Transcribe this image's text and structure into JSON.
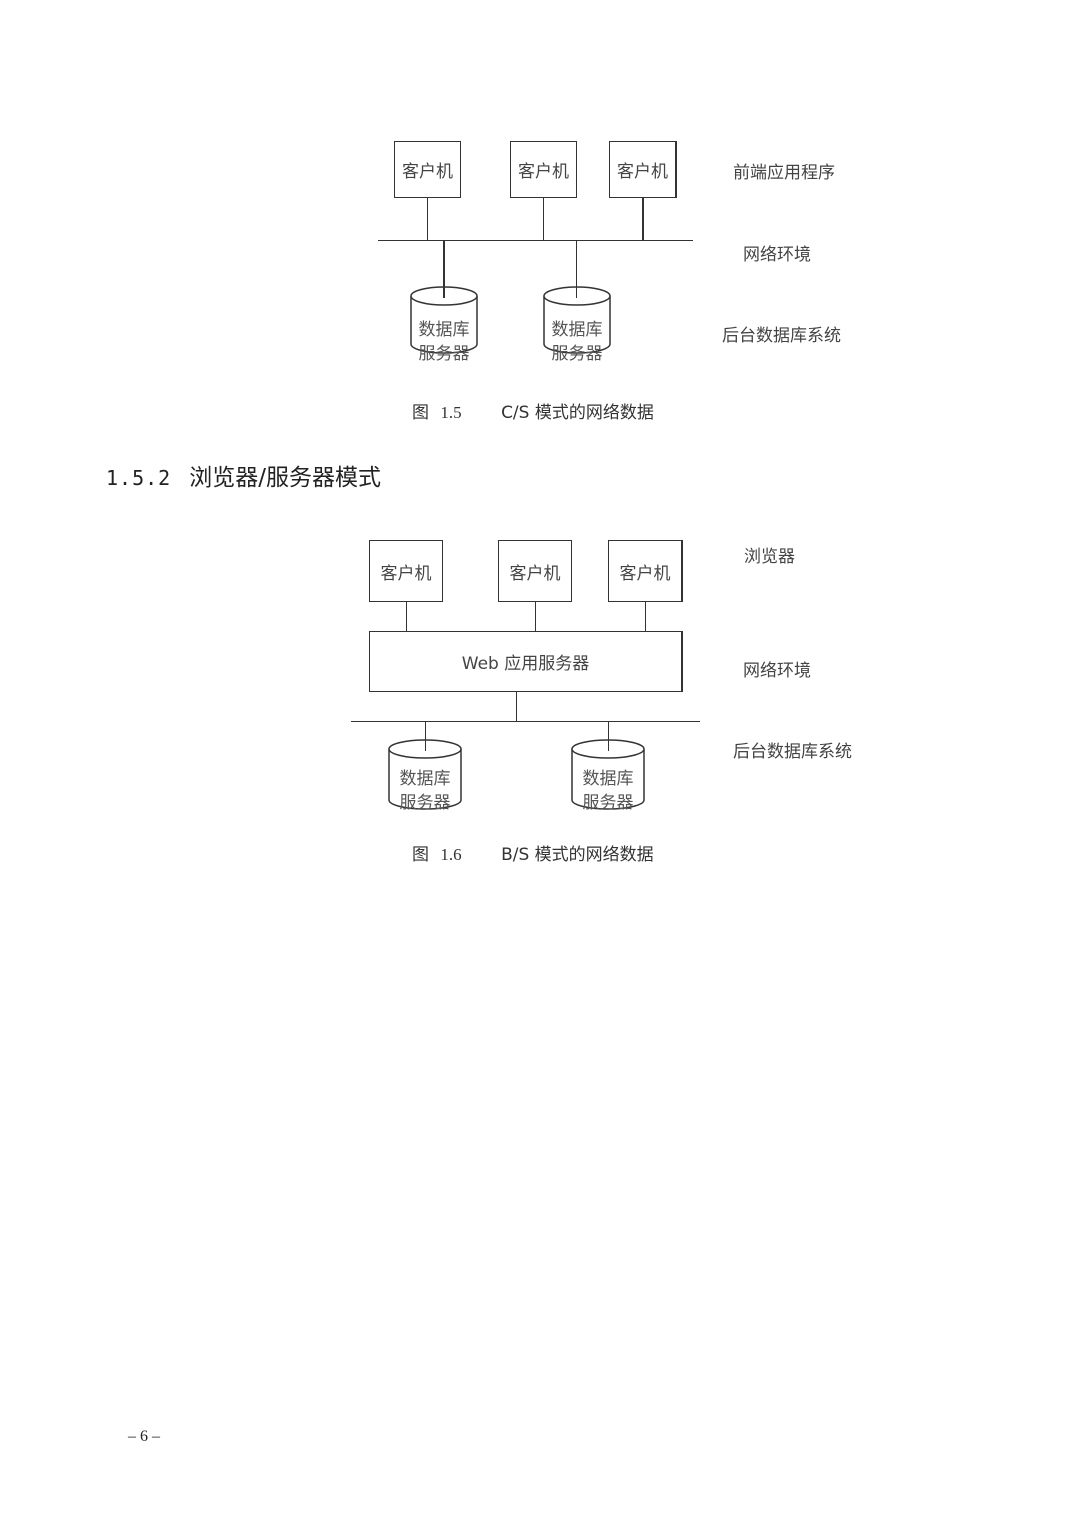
{
  "figure_cs": {
    "clients": [
      "客户机",
      "客户机",
      "客户机"
    ],
    "db_servers": [
      {
        "line1": "数据库",
        "line2": "服务器"
      },
      {
        "line1": "数据库",
        "line2": "服务器"
      }
    ],
    "layer_labels": {
      "front": "前端应用程序",
      "network": "网络环境",
      "backend": "后台数据库系统"
    },
    "caption": {
      "prefix": "图",
      "number": "1.5",
      "text": "C/S 模式的网络数据"
    }
  },
  "section": {
    "number": "1.5.2",
    "title": "浏览器/服务器模式"
  },
  "figure_bs": {
    "clients": [
      "客户机",
      "客户机",
      "客户机"
    ],
    "web_server_label": "Web 应用服务器",
    "db_servers": [
      {
        "line1": "数据库",
        "line2": "服务器"
      },
      {
        "line1": "数据库",
        "line2": "服务器"
      }
    ],
    "layer_labels": {
      "front": "浏览器",
      "network": "网络环境",
      "backend": "后台数据库系统"
    },
    "caption": {
      "prefix": "图",
      "number": "1.6",
      "text": "B/S 模式的网络数据"
    }
  },
  "footer": {
    "page_number": "– 6 –"
  }
}
